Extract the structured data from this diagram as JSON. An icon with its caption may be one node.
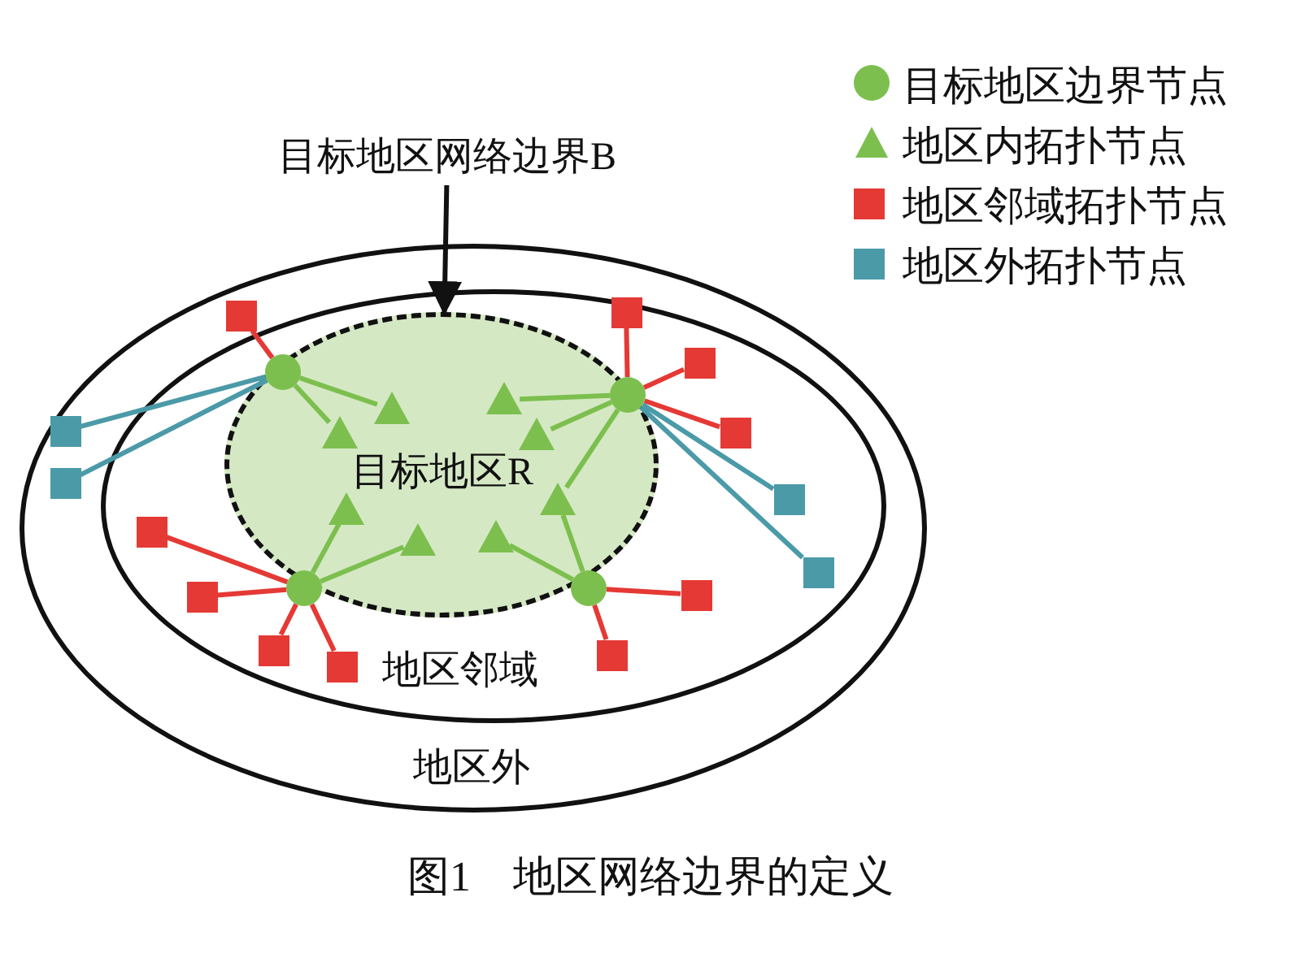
{
  "diagram": {
    "caption": "图1　地区网络边界的定义",
    "nodes": [
      {
        "text": [
          "地区外"
        ]
      },
      {
        "text": [
          "地区邻域"
        ],
        "in": 0
      },
      {
        "text": [
          "目标地区R"
        ],
        "in": 1
      },
      {
        "text": [
          "目标地区网络边界B"
        ]
      },
      {
        "text": [],
        "shape": "circle",
        "in": 2
      },
      {
        "text": [],
        "shape": "circle",
        "in": 2
      },
      {
        "text": [],
        "shape": "circle",
        "in": 2
      },
      {
        "text": [],
        "shape": "circle",
        "in": 2
      },
      {
        "text": [],
        "shape": "triangle",
        "in": 2
      },
      {
        "text": [],
        "shape": "triangle",
        "in": 2
      },
      {
        "text": [],
        "shape": "triangle",
        "in": 2
      },
      {
        "text": [],
        "shape": "triangle",
        "in": 2
      },
      {
        "text": [],
        "shape": "triangle",
        "in": 2
      },
      {
        "text": [],
        "shape": "triangle",
        "in": 2
      },
      {
        "text": [],
        "shape": "triangle",
        "in": 2
      },
      {
        "text": [],
        "shape": "triangle",
        "in": 2
      },
      {
        "text": [],
        "shape": "box",
        "in": 1
      },
      {
        "text": [],
        "shape": "box",
        "in": 1
      },
      {
        "text": [],
        "shape": "box",
        "in": 1
      },
      {
        "text": [],
        "shape": "box",
        "in": 1
      },
      {
        "text": [],
        "shape": "box",
        "in": 1
      },
      {
        "text": [],
        "shape": "box",
        "in": 1
      },
      {
        "text": [],
        "shape": "box",
        "in": 1
      },
      {
        "text": [],
        "shape": "box",
        "in": 1
      },
      {
        "text": [],
        "shape": "box",
        "in": 1
      },
      {
        "text": [],
        "shape": "box",
        "in": 1
      },
      {
        "text": [],
        "shape": "box",
        "in": 0
      },
      {
        "text": [],
        "shape": "box",
        "in": 0
      },
      {
        "text": [],
        "shape": "box",
        "in": 1
      },
      {
        "text": [],
        "shape": "box",
        "in": 1
      }
    ],
    "edges": [
      {
        "from": 3,
        "to": 2,
        "arrow": "to",
        "color": "#111111"
      },
      {
        "from": 4,
        "to": 8,
        "arrow": "none",
        "color": "#7cbf4e"
      },
      {
        "from": 4,
        "to": 9,
        "arrow": "none",
        "color": "#7cbf4e"
      },
      {
        "from": 5,
        "to": 10,
        "arrow": "none",
        "color": "#7cbf4e"
      },
      {
        "from": 5,
        "to": 11,
        "arrow": "none",
        "color": "#7cbf4e"
      },
      {
        "from": 5,
        "to": 15,
        "arrow": "none",
        "color": "#7cbf4e"
      },
      {
        "from": 6,
        "to": 12,
        "arrow": "none",
        "color": "#7cbf4e"
      },
      {
        "from": 6,
        "to": 13,
        "arrow": "none",
        "color": "#7cbf4e"
      },
      {
        "from": 7,
        "to": 15,
        "arrow": "none",
        "color": "#7cbf4e"
      },
      {
        "from": 7,
        "to": 14,
        "arrow": "none",
        "color": "#7cbf4e"
      },
      {
        "from": 4,
        "to": 16,
        "arrow": "none",
        "color": "#e53935"
      },
      {
        "from": 5,
        "to": 17,
        "arrow": "none",
        "color": "#e53935"
      },
      {
        "from": 5,
        "to": 18,
        "arrow": "none",
        "color": "#e53935"
      },
      {
        "from": 5,
        "to": 19,
        "arrow": "none",
        "color": "#e53935"
      },
      {
        "from": 6,
        "to": 20,
        "arrow": "none",
        "color": "#e53935"
      },
      {
        "from": 6,
        "to": 21,
        "arrow": "none",
        "color": "#e53935"
      },
      {
        "from": 6,
        "to": 22,
        "arrow": "none",
        "color": "#e53935"
      },
      {
        "from": 6,
        "to": 23,
        "arrow": "none",
        "color": "#e53935"
      },
      {
        "from": 7,
        "to": 24,
        "arrow": "none",
        "color": "#e53935"
      },
      {
        "from": 7,
        "to": 25,
        "arrow": "none",
        "color": "#e53935"
      },
      {
        "from": 4,
        "to": 26,
        "arrow": "none",
        "color": "#4b9aa8"
      },
      {
        "from": 4,
        "to": 27,
        "arrow": "none",
        "color": "#4b9aa8"
      },
      {
        "from": 5,
        "to": 28,
        "arrow": "none",
        "color": "#4b9aa8"
      },
      {
        "from": 5,
        "to": 29,
        "arrow": "none",
        "color": "#4b9aa8"
      }
    ],
    "legend": [
      {
        "text": "目标地区边界节点",
        "color": "#7cbf4e"
      },
      {
        "text": "地区内拓扑节点",
        "color": "#7cbf4e"
      },
      {
        "text": "地区邻域拓扑节点",
        "color": "#e53935"
      },
      {
        "text": "地区外拓扑节点",
        "color": "#4b9aa8"
      }
    ]
  }
}
